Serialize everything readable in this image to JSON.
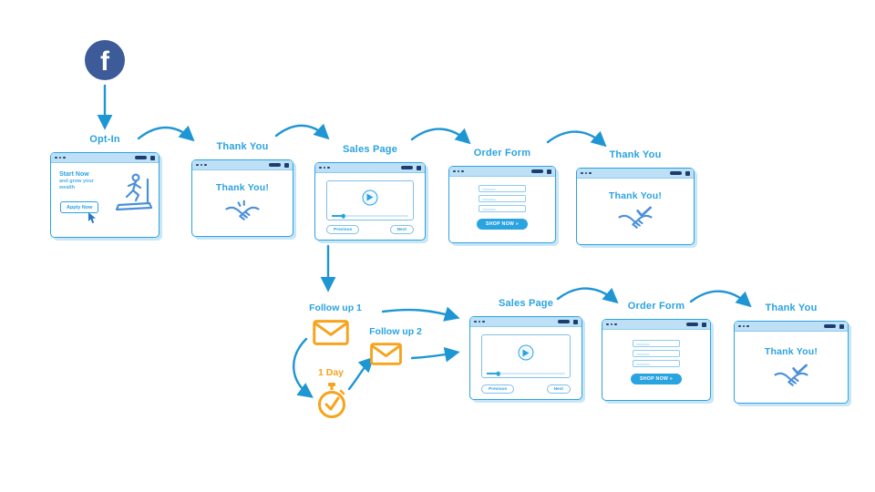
{
  "colors": {
    "accent": "#2aa3e1",
    "arrow": "#1f96d4",
    "dark": "#1c3e6e",
    "orange": "#f7a31c",
    "facebook": "#3d5b99",
    "hands": "#4a90d9"
  },
  "facebook": {
    "letter": "f"
  },
  "funnel": {
    "optin": {
      "title": "Opt-In",
      "headline": "Start Now",
      "subline": "and grow your wealth",
      "cta": "Apply Now"
    },
    "thankyou_1": {
      "title": "Thank You",
      "message": "Thank You!"
    },
    "sales_1": {
      "title": "Sales Page",
      "prev": "Previous",
      "next": "Next"
    },
    "order_1": {
      "title": "Order Form",
      "cta": "SHOP NOW »"
    },
    "thankyou_2": {
      "title": "Thank You",
      "message": "Thank You!"
    },
    "followup_1": {
      "title": "Follow up 1"
    },
    "followup_2": {
      "title": "Follow up 2"
    },
    "delay": {
      "title": "1 Day"
    },
    "sales_2": {
      "title": "Sales Page",
      "prev": "Previous",
      "next": "Next"
    },
    "order_2": {
      "title": "Order Form",
      "cta": "SHOP NOW »"
    },
    "thankyou_3": {
      "title": "Thank You",
      "message": "Thank You!"
    }
  }
}
